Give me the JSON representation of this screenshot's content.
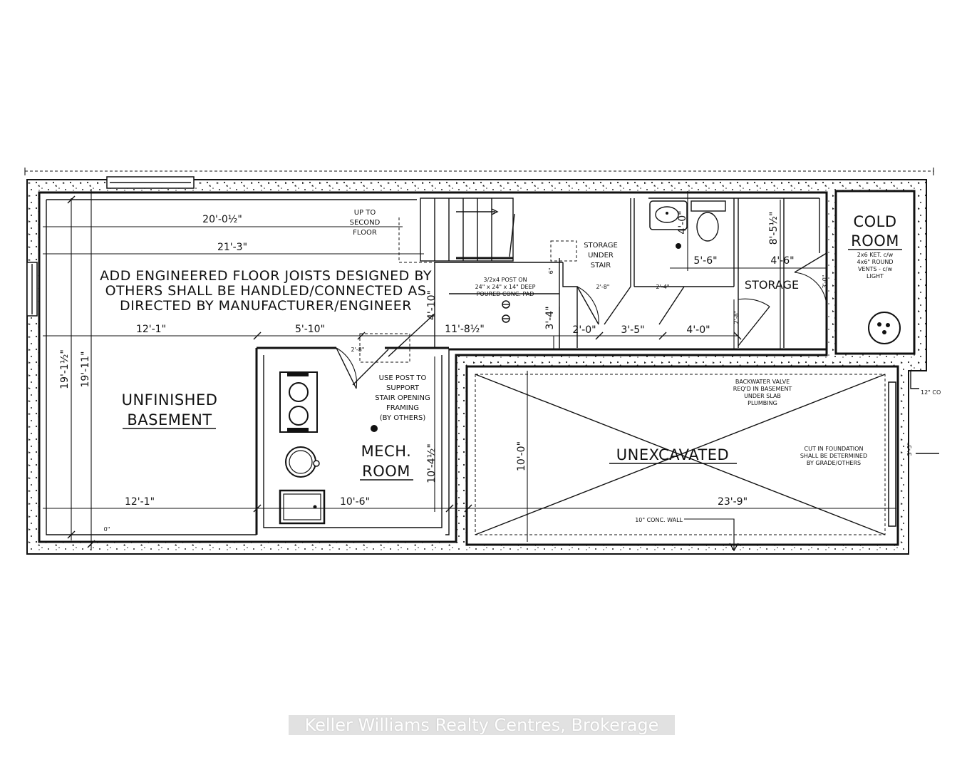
{
  "notes": {
    "joists_line1": "ADD ENGINEERED FLOOR JOISTS DESIGNED BY",
    "joists_line2": "OTHERS SHALL BE HANDLED/CONNECTED AS",
    "joists_line3": "DIRECTED BY MANUFACTURER/ENGINEER",
    "up_line1": "UP TO",
    "up_line2": "SECOND",
    "up_line3": "FLOOR",
    "post_line1": "3/2x4 POST ON",
    "post_line2": "24\" x 24\" x 14\" DEEP",
    "post_line3": "POURED CONC. PAD",
    "use_post_line1": "USE POST TO",
    "use_post_line2": "SUPPORT",
    "use_post_line3": "STAIR OPENING",
    "use_post_line4": "FRAMING",
    "use_post_line5": "(BY OTHERS)",
    "backwater_line1": "BACKWATER VALVE",
    "backwater_line2": "REQ'D IN BASEMENT",
    "backwater_line3": "UNDER SLAB",
    "backwater_line4": "PLUMBING",
    "cut_line1": "CUT IN FOUNDATION",
    "cut_line2": "SHALL BE DETERMINED",
    "cut_line3": "BY GRADE/OTHERS",
    "cold_line1": "2x6 KET. c/w",
    "cold_line2": "4x6\" ROUND",
    "cold_line3": "VENTS - c/w",
    "cold_line4": "LIGHT",
    "conc_wall": "10\" CONC. WALL",
    "right_cut": "12\" CO"
  },
  "rooms": {
    "unfinished_line1": "UNFINISHED",
    "unfinished_line2": "BASEMENT",
    "mech_line1": "MECH.",
    "mech_line2": "ROOM",
    "unexcavated": "UNEXCAVATED",
    "cold_line1": "COLD",
    "cold_line2": "ROOM",
    "storage": "STORAGE",
    "storage_under_line1": "STORAGE",
    "storage_under_line2": "UNDER",
    "storage_under_line3": "STAIR"
  },
  "dimensions": {
    "d_20_0_5": "20'-0½\"",
    "d_21_3": "21'-3\"",
    "d_12_1_top": "12'-1\"",
    "d_5_10": "5'-10\"",
    "d_11_8_5": "11'-8½\"",
    "d_12_1_bottom": "12'-1\"",
    "d_10_6": "10'-6\"",
    "d_23_9": "23'-9\"",
    "d_10_0": "10'-0\"",
    "d_10_4_5": "10'-4½\"",
    "d_19_1_5": "19'-1½\"",
    "d_19_11": "19'-11\"",
    "d_4_10": "4'-10\"",
    "d_3_4": "3'-4\"",
    "d_2_0": "2'-0\"",
    "d_3_5": "3'-5\"",
    "d_4_0": "4'-0\"",
    "d_5_6": "5'-6\"",
    "d_4_6": "4'-6\"",
    "d_8_5_5": "8'-5½\"",
    "d_4_0_v": "4'-0\"",
    "d_2_8_a": "2'-8\"",
    "d_2_8_b": "2'-8\"",
    "d_2_4": "2'-4\"",
    "d_2_8_c": "2'-8\"",
    "d_3_0": "3'-0\"",
    "d_6": "6\"",
    "d_right": "3'-5\"",
    "d_zero": "0\""
  },
  "watermark": "Keller Williams Realty Centres, Brokerage"
}
